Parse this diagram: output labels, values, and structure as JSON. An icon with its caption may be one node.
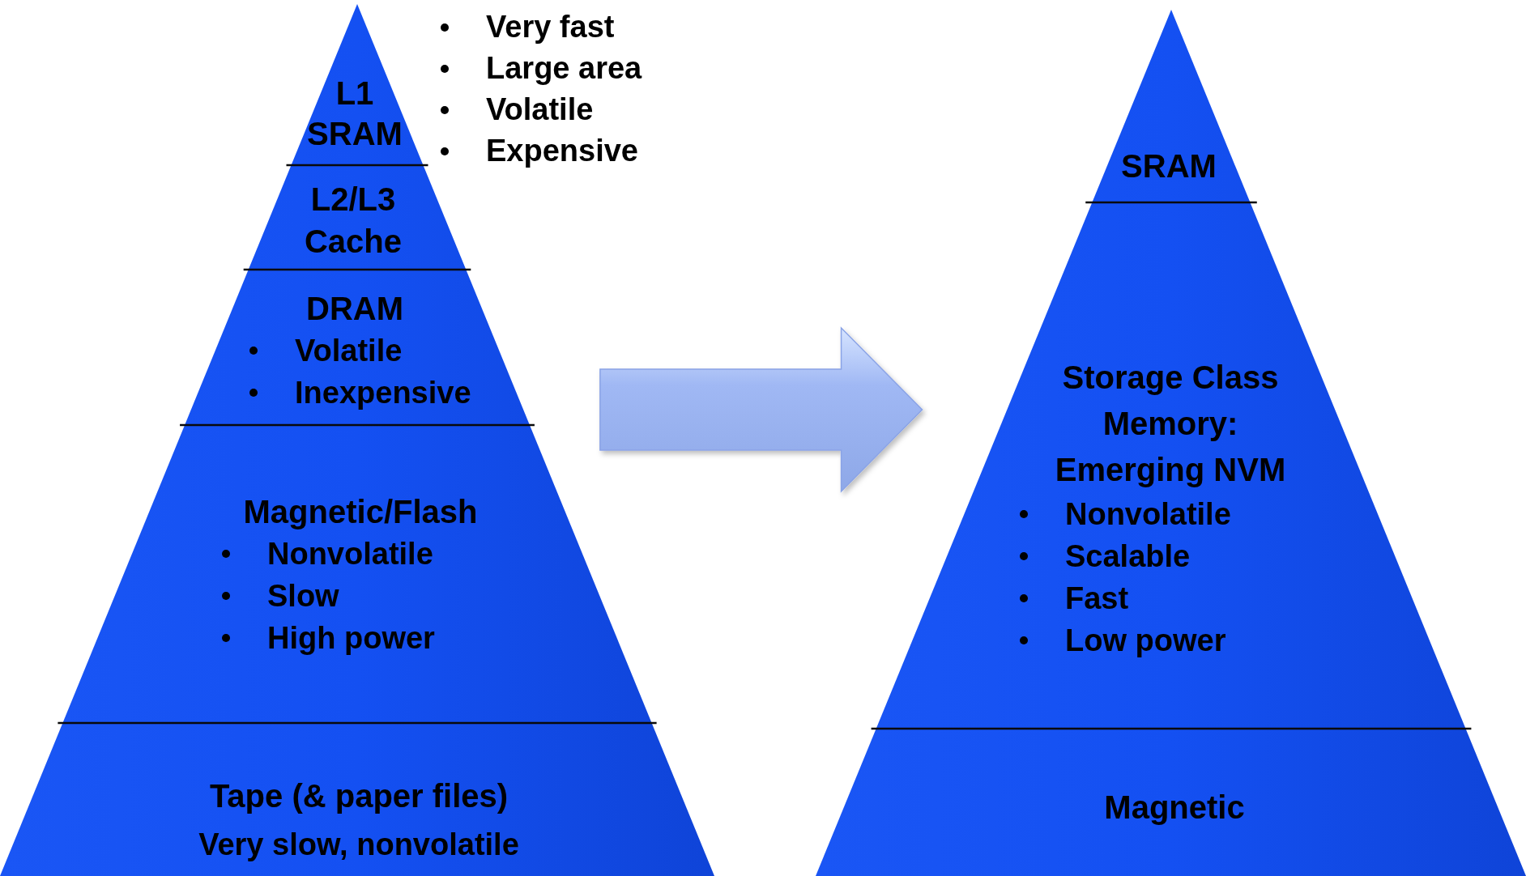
{
  "diagram": {
    "nodes": [
      {
        "text": [],
        "shape": "triangle"
      },
      {
        "text": [
          "L1 SRAM"
        ],
        "in": 0,
        "beside": [
          "Very fast",
          "Large area",
          "Volatile",
          "Expensive"
        ]
      },
      {
        "text": [
          "L2/L3 Cache"
        ],
        "in": 0
      },
      {
        "text": [
          "DRAM",
          "Volatile",
          "Inexpensive"
        ],
        "in": 0
      },
      {
        "text": [
          "Magnetic/Flash",
          "Nonvolatile",
          "Slow",
          "High power"
        ],
        "in": 0
      },
      {
        "text": [
          "Tape (& paper files)",
          "Very slow, nonvolatile"
        ],
        "in": 0
      },
      {
        "text": [],
        "shape": "triangle"
      },
      {
        "text": [
          "SRAM"
        ],
        "in": 6
      },
      {
        "text": [
          "Storage Class Memory: Emerging NVM",
          "Nonvolatile",
          "Scalable",
          "Fast",
          "Low power"
        ],
        "in": 6
      },
      {
        "text": [
          "Magnetic"
        ],
        "in": 6
      }
    ],
    "edges": [
      {
        "from": 0,
        "to": 6,
        "arrow": "to",
        "style": "thick"
      }
    ]
  }
}
